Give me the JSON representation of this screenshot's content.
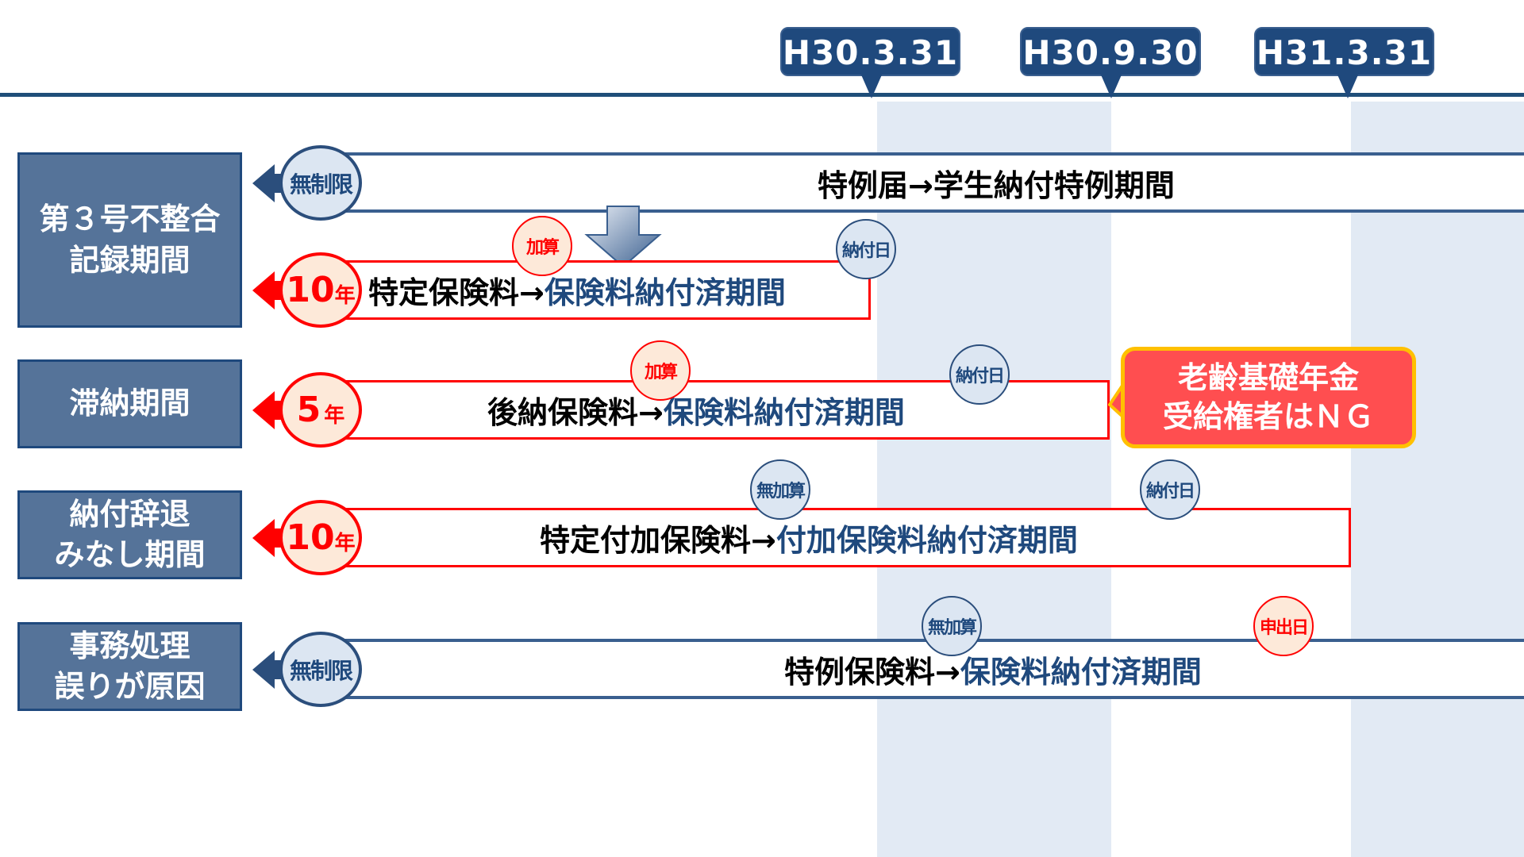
{
  "timeline": {
    "dates": [
      {
        "label": "H30.3.31"
      },
      {
        "label": "H30.9.30"
      },
      {
        "label": "H31.3.31"
      }
    ]
  },
  "rows": [
    {
      "category_lines": [
        "第３号不整合",
        "記録期間"
      ],
      "bars": [
        {
          "limit": "無制限",
          "text_black": "特例届→学生納付特例期間",
          "text_blue": "",
          "style": "blue"
        },
        {
          "limit_num": "10",
          "limit_unit": "年",
          "text_black": "特定保険料→",
          "text_blue": "保険料納付済期間",
          "style": "red",
          "markers": [
            {
              "label": "加算",
              "color": "red"
            },
            {
              "label": "納付日",
              "color": "blue"
            }
          ]
        }
      ]
    },
    {
      "category_lines": [
        "滞納期間"
      ],
      "bars": [
        {
          "limit_num": "5",
          "limit_unit": "年",
          "text_black": "後納保険料→",
          "text_blue": "保険料納付済期間",
          "style": "red",
          "markers": [
            {
              "label": "加算",
              "color": "red"
            },
            {
              "label": "納付日",
              "color": "blue"
            }
          ]
        }
      ]
    },
    {
      "category_lines": [
        "納付辞退",
        "みなし期間"
      ],
      "bars": [
        {
          "limit_num": "10",
          "limit_unit": "年",
          "text_black": "特定付加保険料→",
          "text_blue": "付加保険料納付済期間",
          "style": "red",
          "markers": [
            {
              "label": "無加算",
              "color": "blue"
            },
            {
              "label": "納付日",
              "color": "blue"
            }
          ]
        }
      ]
    },
    {
      "category_lines": [
        "事務処理",
        "誤りが原因"
      ],
      "bars": [
        {
          "limit": "無制限",
          "text_black": "特例保険料→",
          "text_blue": "保険料納付済期間",
          "style": "blue",
          "markers": [
            {
              "label": "無加算",
              "color": "blue"
            },
            {
              "label": "申出日",
              "color": "red"
            }
          ]
        }
      ]
    }
  ],
  "callout": {
    "lines": [
      "老齢基礎年金",
      "受給権者はＮＧ"
    ]
  },
  "colors": {
    "navy": "#1F497D",
    "red": "#FF0000",
    "band": "#E2EAF4",
    "callout": "#FF4E50",
    "callout_border": "#FFC000"
  }
}
